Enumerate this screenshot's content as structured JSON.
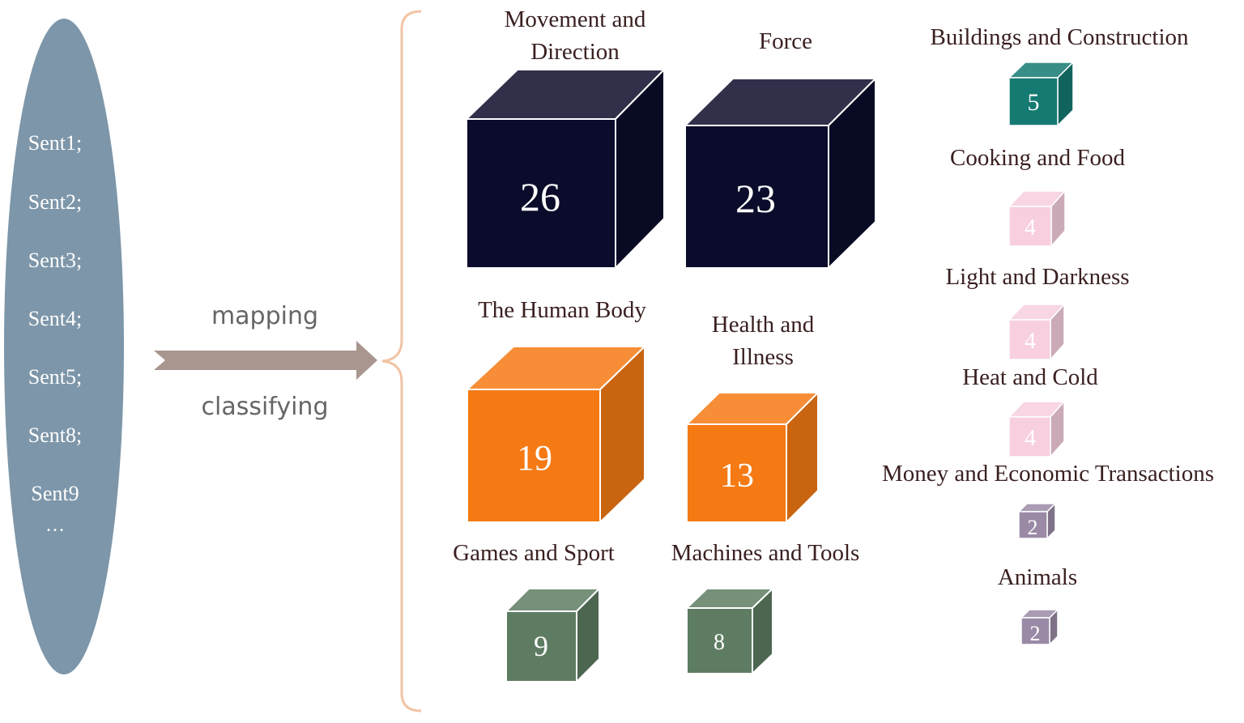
{
  "sentences": [
    "Sent1;",
    "Sent2;",
    "Sent3;",
    "Sent4;",
    "Sent5;",
    "Sent8;",
    "Sent9"
  ],
  "ellipsis": "…",
  "arrow": {
    "top_label": "mapping",
    "bottom_label": "classifying"
  },
  "categories": [
    {
      "id": "movement",
      "label_lines": [
        "Movement and",
        "Direction"
      ],
      "count": "26",
      "color": "#0b0c2b"
    },
    {
      "id": "force",
      "label_lines": [
        "Force"
      ],
      "count": "23",
      "color": "#0b0c2b"
    },
    {
      "id": "human-body",
      "label_lines": [
        "The Human Body"
      ],
      "count": "19",
      "color": "#f57a14"
    },
    {
      "id": "health",
      "label_lines": [
        "Health and",
        "Illness"
      ],
      "count": "13",
      "color": "#f57a14"
    },
    {
      "id": "games",
      "label_lines": [
        "Games and Sport"
      ],
      "count": "9",
      "color": "#5e7c62"
    },
    {
      "id": "machines",
      "label_lines": [
        "Machines and Tools"
      ],
      "count": "8",
      "color": "#5e7c62"
    },
    {
      "id": "buildings",
      "label_lines": [
        "Buildings and Construction"
      ],
      "count": "5",
      "color": "#157a72"
    },
    {
      "id": "cooking",
      "label_lines": [
        "Cooking and Food"
      ],
      "count": "4",
      "color": "#f7cfe0"
    },
    {
      "id": "light",
      "label_lines": [
        "Light and Darkness"
      ],
      "count": "4",
      "color": "#f7cfe0"
    },
    {
      "id": "heat",
      "label_lines": [
        "Heat and Cold"
      ],
      "count": "4",
      "color": "#f7cfe0"
    },
    {
      "id": "money",
      "label_lines": [
        "Money and Economic Transactions"
      ],
      "count": "2",
      "color": "#9a8aa6"
    },
    {
      "id": "animals",
      "label_lines": [
        "Animals"
      ],
      "count": "2",
      "color": "#9a8aa6"
    }
  ]
}
